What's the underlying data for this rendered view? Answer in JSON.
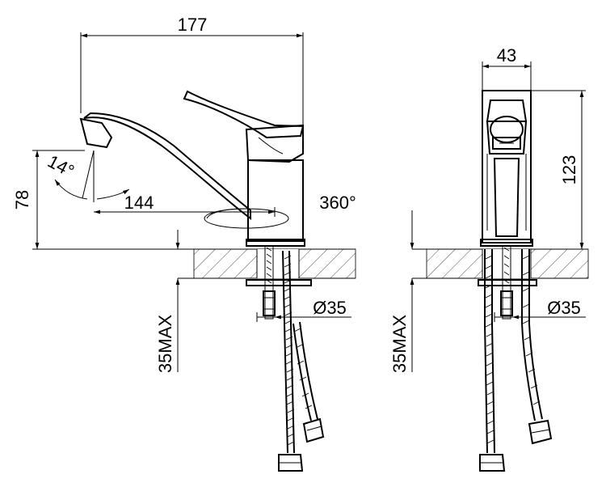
{
  "side_view": {
    "width_dim": "177",
    "height_dim": "78",
    "angle_dim": "14°",
    "reach_dim": "144",
    "rotation_dim": "360°",
    "hole_dim": "Ø35",
    "max_thickness_dim": "35MAX"
  },
  "front_view": {
    "width_dim": "43",
    "height_dim": "123",
    "hole_dim": "Ø35",
    "max_thickness_dim": "35MAX"
  }
}
